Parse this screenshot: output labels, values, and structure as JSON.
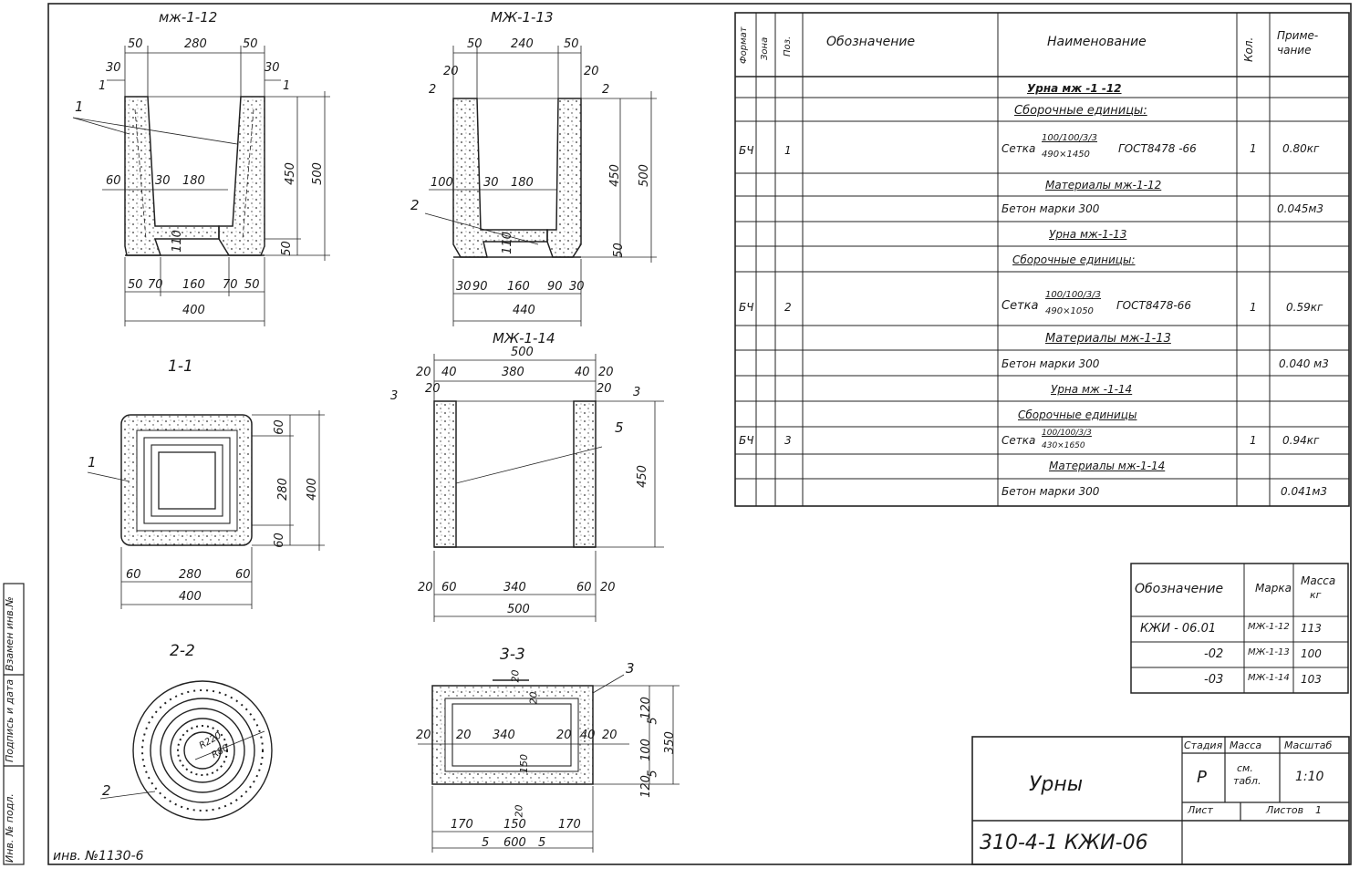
{
  "views": {
    "mzh12": {
      "title": "мж-1-12",
      "d_top": [
        "50",
        "280",
        "50"
      ],
      "d_30a": "30",
      "d_30b": "30",
      "d_450": "450",
      "d_500": "500",
      "d_50": "50",
      "d_60": "60",
      "d_30c": "30",
      "d_180": "180",
      "d_110": "110",
      "d_bot": [
        "50",
        "70",
        "160",
        "70",
        "50"
      ],
      "d_400": "400",
      "c1": "1",
      "c1b": "1",
      "leader": "1"
    },
    "mzh13": {
      "title": "МЖ-1-13",
      "d_top": [
        "50",
        "240",
        "50"
      ],
      "d_20a": "20",
      "d_20b": "20",
      "c2": "2",
      "c2b": "2",
      "d_450": "450",
      "d_500": "500",
      "d_50": "50",
      "d_100": "100",
      "d_30": "30",
      "d_180": "180",
      "d_110": "110",
      "leader": "2",
      "d_bot": [
        "30",
        "90",
        "160",
        "90",
        "30"
      ],
      "d_440": "440"
    },
    "mzh14": {
      "title": "МЖ-1-14",
      "d_500t": "500",
      "d_top": [
        "20",
        "40",
        "380",
        "40",
        "20"
      ],
      "d_20a": "20",
      "d_20b": "20",
      "c3": "3",
      "c3b": "3",
      "leader": "5",
      "d_450": "450",
      "d_bot": [
        "20",
        "60",
        "340",
        "60",
        "20"
      ],
      "d_500": "500"
    },
    "s11": {
      "title": "1-1",
      "leader": "1",
      "d_60a": "60",
      "d_280": "280",
      "d_60b": "60",
      "d_400": "400",
      "d_bot": [
        "60",
        "280",
        "60"
      ],
      "d_400b": "400"
    },
    "s22": {
      "title": "2-2",
      "leader": "2",
      "r1": "R220",
      "r2": "R80"
    },
    "s33": {
      "title": "3-3",
      "leader": "3",
      "d_20v": "20",
      "d_20l": "20",
      "d_20b": "20",
      "d_340": "340",
      "d_150": "150",
      "d_20c": "20",
      "d_40": "40",
      "d_20d": "20",
      "d_120a": "120",
      "d_100": "100",
      "d_5a": "5",
      "d_350": "350",
      "d_120b": "120",
      "d_5b": "5",
      "d_20e": "20",
      "d_20f": "20",
      "d_bot1": [
        "170",
        "150",
        "170"
      ],
      "d_bot2": [
        "5",
        "600",
        "5"
      ]
    },
    "inv": "инв. №1130-6"
  },
  "spec": {
    "headers": {
      "format": "Формат",
      "zone": "Зона",
      "pos": "Поз.",
      "designation": "Обозначение",
      "name": "Наименование",
      "qty": "Кол.",
      "note": "Приме-чание"
    },
    "rows": [
      {
        "name": "Урна  мж -1 -12",
        "under": true,
        "center": true
      },
      {
        "name": "Сборочные единицы:",
        "under": true,
        "center": true
      },
      {
        "format": "БЧ",
        "pos": "1",
        "name": "Сетка",
        "frac_top": "100/100/3/3",
        "frac_bot": "490×1450",
        "gost": "ГОСТ8478 -66",
        "qty": "1",
        "note": "0.80кг",
        "tall": true
      },
      {
        "name": "Материалы  мж-1-12",
        "under": true,
        "center": true
      },
      {
        "name": "Бетон  марки 300",
        "note": "0.045м3"
      },
      {
        "name": "Урна  мж-1-13",
        "under": true,
        "center": true
      },
      {
        "name": "Сборочные  единицы:",
        "under": true,
        "center": true
      },
      {
        "format": "БЧ",
        "pos": "2",
        "name": "Сетка",
        "frac_top": "100/100/3/3",
        "frac_bot": "490×1050",
        "gost": "ГОСТ8478-66",
        "qty": "1",
        "note": "0.59кг",
        "tall": true
      },
      {
        "name": "Материалы  мж-1-13",
        "under": true,
        "center": true
      },
      {
        "name": "Бетон  марки 300",
        "note": "0.040 м3"
      },
      {
        "name": "Урна  мж -1-14",
        "under": true,
        "center": true
      },
      {
        "name": "Сборочные  единицы",
        "under": true,
        "center": true
      },
      {
        "format": "БЧ",
        "pos": "3",
        "name": "Сетка",
        "frac_top": "100/100/3/3",
        "frac_bot": "430×1650",
        "gost": "",
        "qty": "1",
        "note": "0.94кг"
      },
      {
        "name": "Материалы  мж-1-14",
        "under": true,
        "center": true
      },
      {
        "name": "Бетон  марки 300",
        "note": "0.041м3"
      }
    ]
  },
  "mini": {
    "headers": {
      "designation": "Обозначение",
      "mark": "Марка",
      "mass": "Масса",
      "unit": "кг"
    },
    "rows": [
      {
        "designation": "КЖИ - 06.01",
        "mark": "МЖ-1-12",
        "mass": "113"
      },
      {
        "designation": "-02",
        "mark": "МЖ-1-13",
        "mass": "100"
      },
      {
        "designation": "-03",
        "mark": "МЖ-1-14",
        "mass": "103"
      }
    ]
  },
  "stamp": {
    "title": "Урны",
    "stage_h": "Стадия",
    "mass_h": "Масса",
    "scale_h": "Масштаб",
    "stage": "Р",
    "mass_1": "см.",
    "mass_2": "табл.",
    "scale": "1:10",
    "sheet_h": "Лист",
    "sheets_h": "Листов",
    "sheets": "1",
    "code": "310-4-1  КЖИ-06"
  },
  "side": [
    "Инв. № подл.",
    "Подпись и дата",
    "Взамен инв.№"
  ]
}
